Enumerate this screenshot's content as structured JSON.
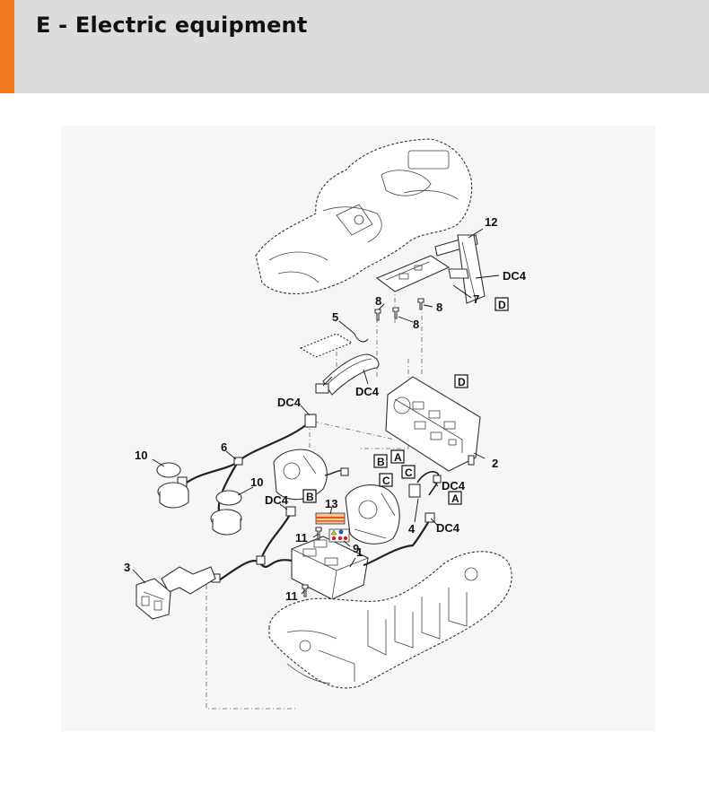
{
  "header": {
    "title": "E - Electric equipment",
    "accent_color": "#f37a1f",
    "background_color": "#dcdcdc"
  },
  "diagram": {
    "callouts": [
      {
        "id": "c12",
        "text": "12"
      },
      {
        "id": "c7",
        "text": "7"
      },
      {
        "id": "c8a",
        "text": "8"
      },
      {
        "id": "c8b",
        "text": "8"
      },
      {
        "id": "c8c",
        "text": "8"
      },
      {
        "id": "c5",
        "text": "5"
      },
      {
        "id": "c2",
        "text": "2"
      },
      {
        "id": "c6",
        "text": "6"
      },
      {
        "id": "c10a",
        "text": "10"
      },
      {
        "id": "c10b",
        "text": "10"
      },
      {
        "id": "c13",
        "text": "13"
      },
      {
        "id": "c11a",
        "text": "11"
      },
      {
        "id": "c11b",
        "text": "11"
      },
      {
        "id": "c9",
        "text": "9"
      },
      {
        "id": "c1",
        "text": "1"
      },
      {
        "id": "c4",
        "text": "4"
      },
      {
        "id": "c3",
        "text": "3"
      }
    ],
    "connectors": [
      {
        "id": "dc4_top",
        "text": "DC4"
      },
      {
        "id": "dc4_ribbon",
        "text": "DC4"
      },
      {
        "id": "dc4_harness",
        "text": "DC4"
      },
      {
        "id": "dc4_mid",
        "text": "DC4"
      },
      {
        "id": "dc4_c",
        "text": "DC4"
      },
      {
        "id": "dc4_a",
        "text": "DC4"
      }
    ],
    "boxed_refs": [
      {
        "id": "box_d1",
        "text": "D"
      },
      {
        "id": "box_d2",
        "text": "D"
      },
      {
        "id": "box_a1",
        "text": "A"
      },
      {
        "id": "box_b1",
        "text": "B"
      },
      {
        "id": "box_c1",
        "text": "C"
      },
      {
        "id": "box_c2",
        "text": "C"
      },
      {
        "id": "box_b2",
        "text": "B"
      },
      {
        "id": "box_a2",
        "text": "A"
      }
    ]
  }
}
